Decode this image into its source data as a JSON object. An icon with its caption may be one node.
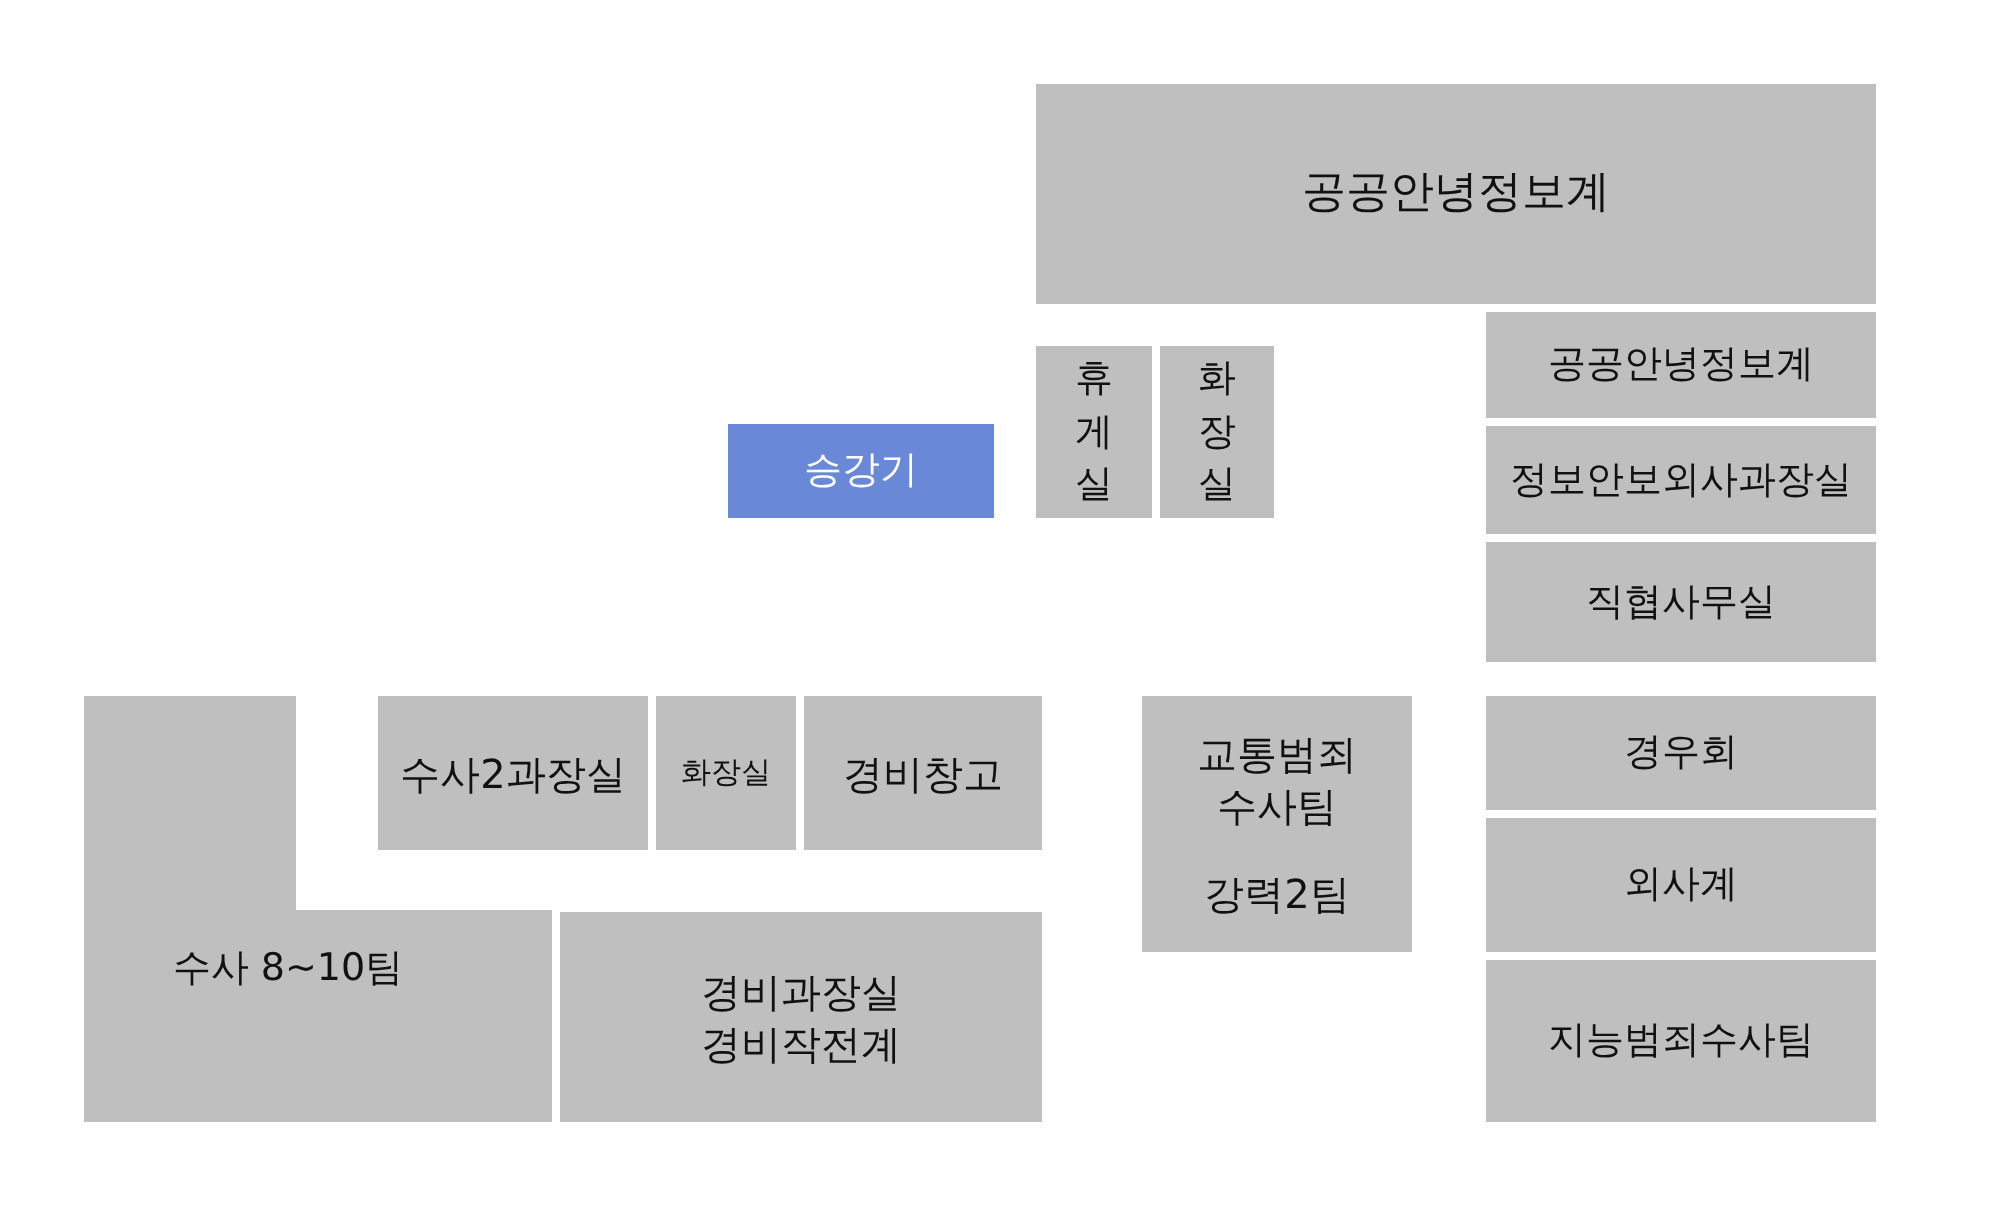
{
  "diagram": {
    "nodes": [
      {
        "text": [
          "공공안녕정보계"
        ]
      },
      {
        "text": [
          "휴게실"
        ]
      },
      {
        "text": [
          "화장실"
        ]
      },
      {
        "text": [
          "승강기"
        ]
      },
      {
        "text": [
          "공공안녕정보계"
        ]
      },
      {
        "text": [
          "정보안보외사과장실"
        ]
      },
      {
        "text": [
          "직협사무실"
        ]
      },
      {
        "text": [
          "수사2과장실"
        ]
      },
      {
        "text": [
          "화장실"
        ]
      },
      {
        "text": [
          "경비창고"
        ]
      },
      {
        "text": [
          "교통범죄 수사팀",
          "강력2팀"
        ]
      },
      {
        "text": [
          "경우회"
        ]
      },
      {
        "text": [
          "외사계"
        ]
      },
      {
        "text": [
          "지능범죄수사팀"
        ]
      },
      {
        "text": [
          "수사 8~10팀"
        ]
      },
      {
        "text": [
          "경비과장실 경비작전계"
        ]
      }
    ]
  }
}
